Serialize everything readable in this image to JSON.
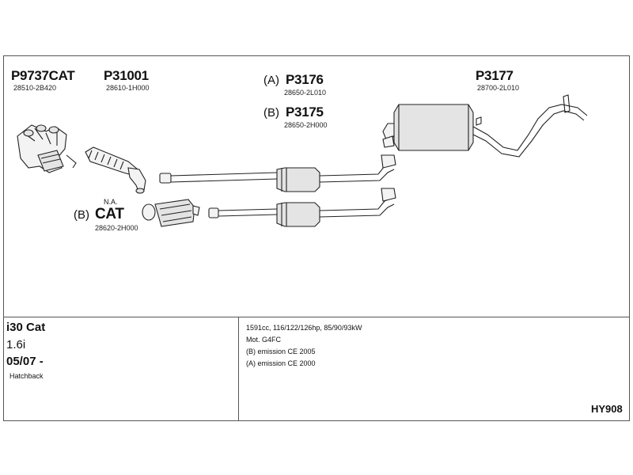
{
  "parts": {
    "manifold": {
      "number": "P9737CAT",
      "oem": "28510-2B420"
    },
    "front_pipe": {
      "number": "P31001",
      "oem": "28610-1H000"
    },
    "mid_a": {
      "prefix": "(A)",
      "number": "P3176",
      "oem": "28650-2L010"
    },
    "mid_b": {
      "prefix": "(B)",
      "number": "P3175",
      "oem": "28650-2H000"
    },
    "rear": {
      "number": "P3177",
      "oem": "28700-2L010"
    },
    "cat": {
      "prefix": "(B)",
      "number": "CAT",
      "note": "N.A.",
      "oem": "28620-2H000"
    }
  },
  "vehicle": {
    "model": "i30 Cat",
    "engine": "1.6i",
    "date": "05/07 -",
    "body": "Hatchback"
  },
  "specs": {
    "line1": "1591cc, 116/122/126hp, 85/90/93kW",
    "line2": "Mot. G4FC",
    "line3": "(B) emission CE 2005",
    "line4": "(A) emission CE 2000"
  },
  "ref_code": "HY908"
}
